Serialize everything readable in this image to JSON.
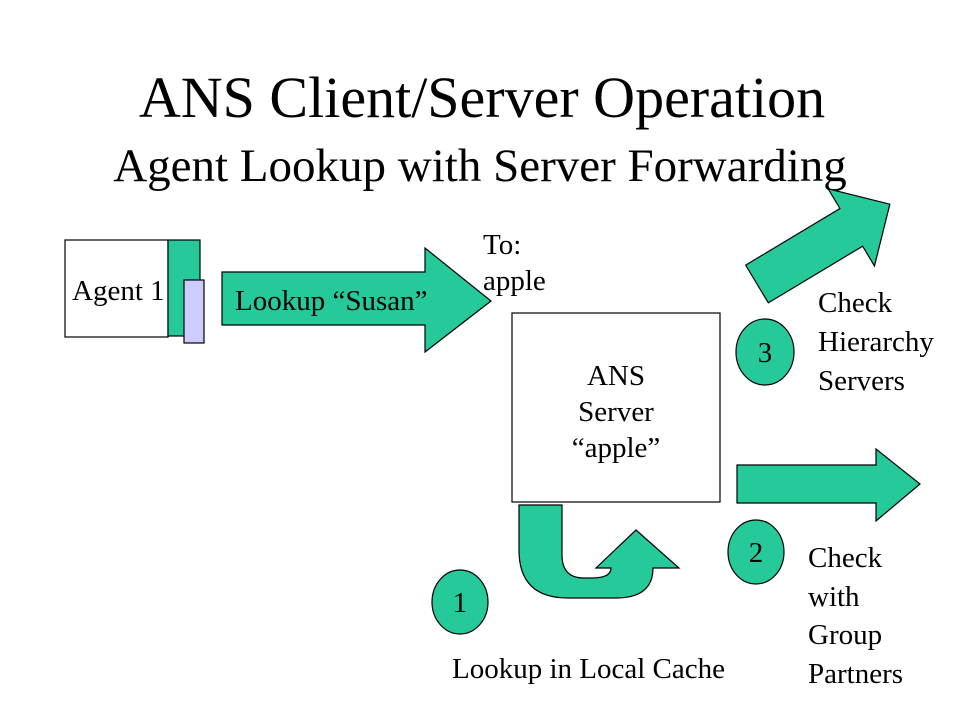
{
  "title": "ANS Client/Server Operation",
  "subtitle": "Agent Lookup with Server Forwarding",
  "agent": {
    "label": "Agent 1"
  },
  "lookup_arrow": {
    "label": "Lookup “Susan”"
  },
  "to_label": [
    "To:",
    "apple"
  ],
  "server": {
    "lines": [
      "ANS",
      "Server",
      "“apple”"
    ]
  },
  "steps": [
    {
      "number": "1",
      "lines": [
        "Lookup in Local Cache"
      ]
    },
    {
      "number": "2",
      "lines": [
        "Check",
        "with",
        "Group",
        "Partners"
      ]
    },
    {
      "number": "3",
      "lines": [
        "Check",
        "Hierarchy",
        "Servers"
      ]
    }
  ],
  "colors": {
    "arrow_green": "#26c99a",
    "agent_tab": "#ccccff",
    "background": "#ffffff",
    "text": "#000000"
  }
}
